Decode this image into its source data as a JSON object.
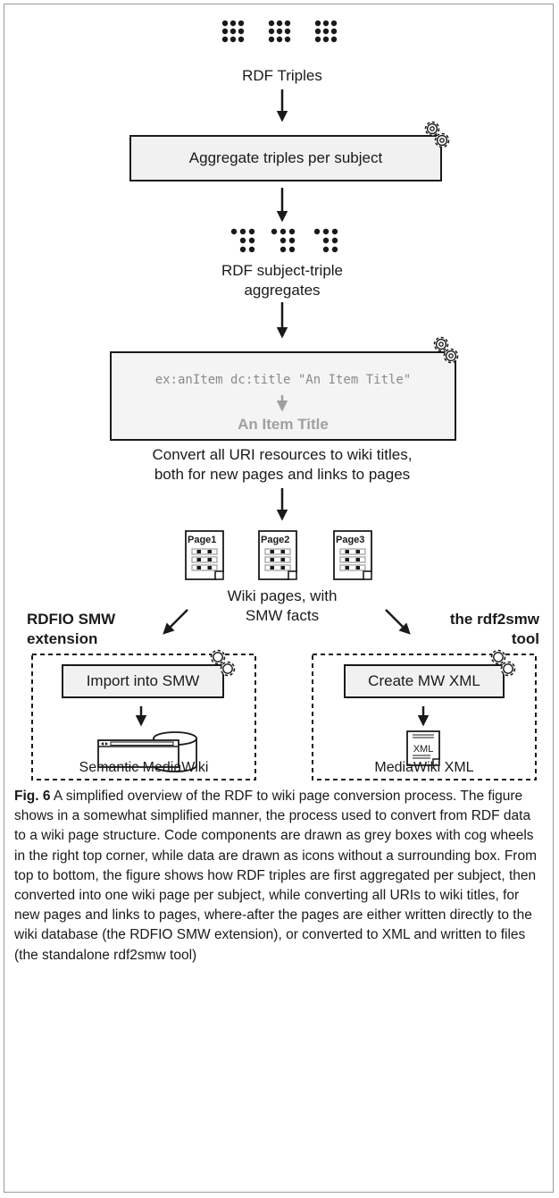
{
  "nodes": {
    "rdf_triples": "RDF Triples",
    "aggregate": "Aggregate triples per subject",
    "aggregates_line1": "RDF subject-triple",
    "aggregates_line2": "aggregates",
    "code_example": "ex:anItem dc:title \"An Item Title\"",
    "converted_title": "An Item Title",
    "convert_line1": "Convert all URI resources to wiki titles,",
    "convert_line2": "both for new pages and links to pages",
    "pages": [
      "Page1",
      "Page2",
      "Page3"
    ],
    "wiki_pages_line1": "Wiki pages, with",
    "wiki_pages_line2": "SMW facts"
  },
  "left_branch": {
    "title_line1": "RDFIO SMW",
    "title_line2": "extension",
    "process": "Import into SMW",
    "output": "Semantic MediaWiki"
  },
  "right_branch": {
    "title_line1": "the rdf2smw",
    "title_line2": "tool",
    "process": "Create MW XML",
    "doc_label": "XML",
    "output": "MediaWiki XML"
  },
  "caption": {
    "label": "Fig. 6",
    "text": " A simplified overview of the RDF to wiki page conversion process. The figure shows in a somewhat simplified manner, the process used to convert from RDF data to a wiki page structure. Code components are drawn as grey boxes with cog wheels in the right top corner, while data are drawn as icons without a surrounding box. From top to bottom, the figure shows how RDF triples are first aggregated per subject, then converted into one wiki page per subject, while converting all URIs to wiki titles, for new pages and links to pages, where-after the pages are either written directly to the wiki database (the RDFIO SMW extension), or converted to XML and written to files (the standalone rdf2smw tool)"
  },
  "colors": {
    "box_fill": "#f1f1f1",
    "box_fill_light": "#f4f4f4",
    "stroke": "#1a1a1a",
    "grey_text": "#a0a0a0"
  }
}
